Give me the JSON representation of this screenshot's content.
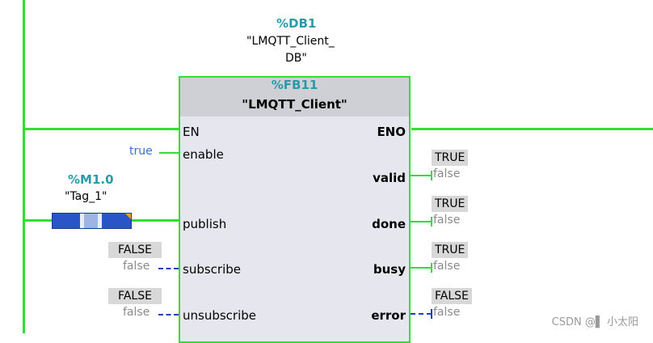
{
  "instance": {
    "address": "%DB1",
    "name_line1": "\"LMQTT_Client_",
    "name_line2": "DB\""
  },
  "block": {
    "address": "%FB11",
    "name": "\"LMQTT_Client\""
  },
  "inputs": {
    "en": "EN",
    "enable": "enable",
    "enable_value": "true",
    "publish": "publish",
    "subscribe": "subscribe",
    "subscribe_state": "FALSE",
    "subscribe_value": "false",
    "unsubscribe": "unsubscribe",
    "unsubscribe_state": "FALSE",
    "unsubscribe_value": "false"
  },
  "contact": {
    "address": "%M1.0",
    "tag": "\"Tag_1\""
  },
  "outputs": {
    "eno": "ENO",
    "valid": "valid",
    "valid_state": "TRUE",
    "valid_value": "false",
    "done": "done",
    "done_state": "TRUE",
    "done_value": "false",
    "busy": "busy",
    "busy_state": "TRUE",
    "busy_value": "false",
    "error": "error",
    "error_state": "FALSE",
    "error_value": "false"
  },
  "watermark": "CSDN @▌ 小太阳",
  "colors": {
    "power_flow": "#33dd33",
    "address": "#2a9aa8",
    "block_fill": "#e6e6ee",
    "block_header": "#cfcfd6",
    "dashed": "#1f3fbf",
    "state_box": "#d8d8d8"
  }
}
